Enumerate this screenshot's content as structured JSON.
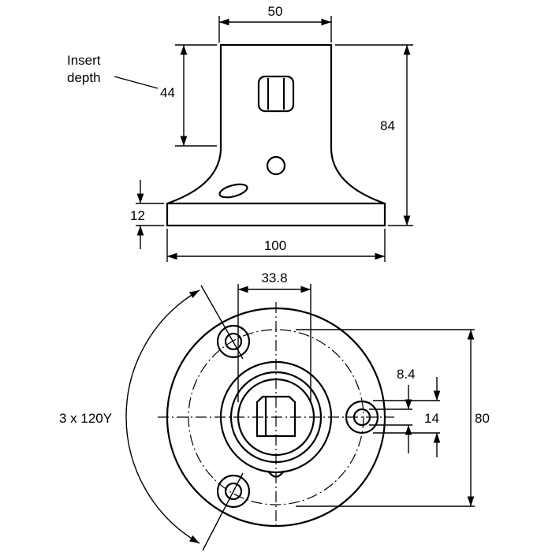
{
  "labels": {
    "insert_depth_line1": "Insert",
    "insert_depth_line2": "depth",
    "dim_width_top": "50",
    "dim_insert_depth": "44",
    "dim_height": "84",
    "dim_base_thickness": "12",
    "dim_base_width": "100",
    "dim_hub": "33.8",
    "dim_hole": "8.4",
    "dim_counterbore": "14",
    "dim_bolt_circle": "80",
    "angle_note": "3 x 120Y"
  },
  "colors": {
    "line": "#000000",
    "background": "#ffffff"
  }
}
